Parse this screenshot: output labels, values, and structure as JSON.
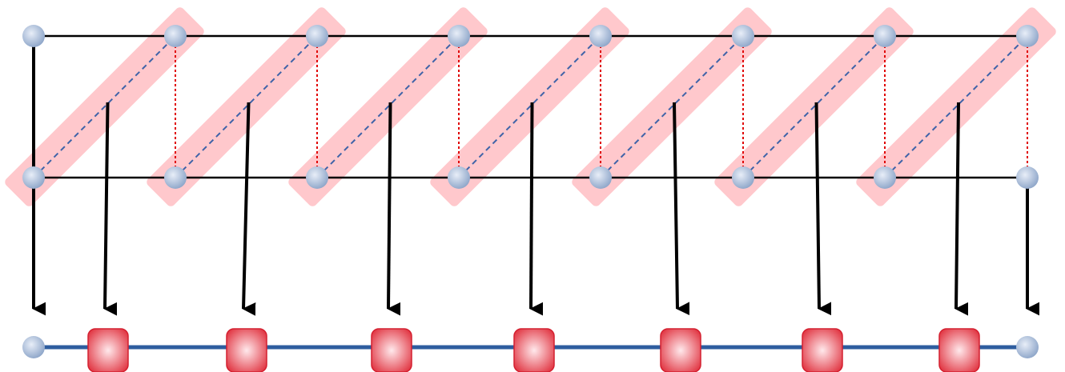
{
  "diagram": {
    "top_row_node_count": 8,
    "bottom_row_node_count": 8,
    "output_row": {
      "end_node_count": 2,
      "block_count": 7
    },
    "colors": {
      "node_fill_center": "#e8eef8",
      "node_fill_edge": "#8ea6c9",
      "rail_line": "#000000",
      "pair_band": "#ffc8cc",
      "diagonal_link": "#3f63a8",
      "vertical_link": "#e00000",
      "arrow": "#000000",
      "output_line": "#2e5d9f",
      "block_center": "#ffe9ec",
      "block_edge": "#e0303d",
      "block_stroke": "#d42030"
    }
  }
}
